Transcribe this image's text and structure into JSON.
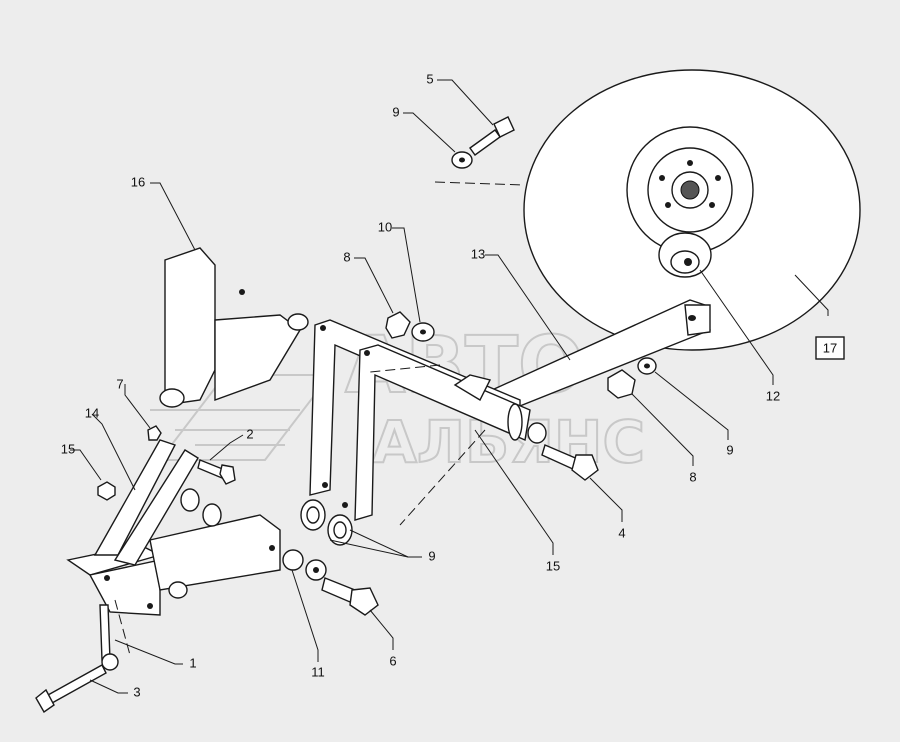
{
  "diagram": {
    "callouts": [
      "1",
      "2",
      "3",
      "4",
      "5",
      "6",
      "7",
      "8",
      "9",
      "10",
      "11",
      "12",
      "13",
      "14",
      "15",
      "16",
      "17"
    ],
    "labels": {
      "l5": "5",
      "l9_top": "9",
      "l16": "16",
      "l10": "10",
      "l8_top": "8",
      "l13": "13",
      "l7": "7",
      "l14": "14",
      "l2": "2",
      "l15_left": "15",
      "l9_mid": "9",
      "l11": "11",
      "l6": "6",
      "l1": "1",
      "l3": "3",
      "l15_mid": "15",
      "l4": "4",
      "l8_right": "8",
      "l9_right": "9",
      "l12": "12",
      "l17": "17"
    },
    "watermark": {
      "line1": "АВТО",
      "line2": "АЛЬЯНС"
    }
  }
}
